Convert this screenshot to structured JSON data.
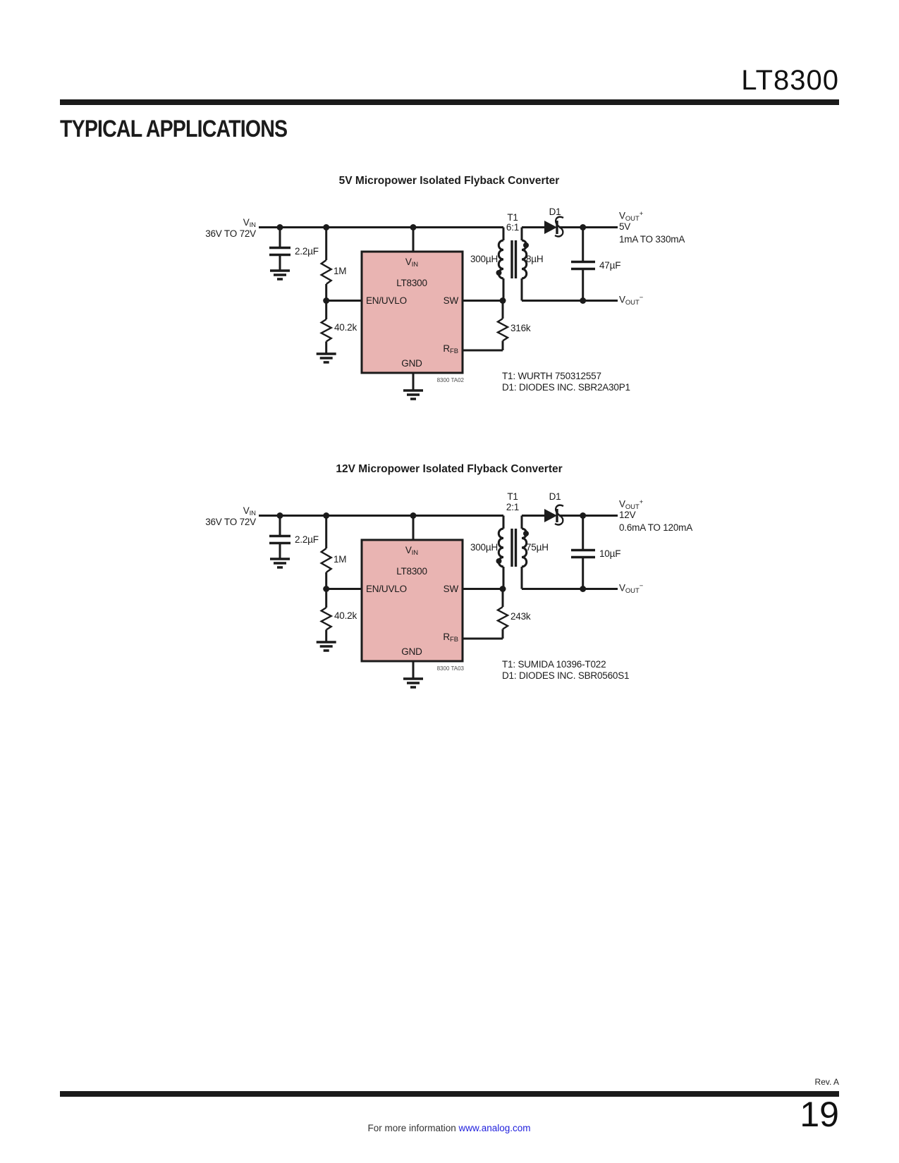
{
  "page": {
    "header": {
      "part_number": "LT8300",
      "section_title": "TYPICAL APPLICATIONS"
    },
    "footer": {
      "rev": "Rev. A",
      "page_number": "19",
      "info_prefix": "For more information ",
      "info_link": "www.analog.com"
    },
    "colors": {
      "ink": "#1b1b1b",
      "ic_fill": "#e9b4b2",
      "link": "#2121dd"
    }
  },
  "circuits": [
    {
      "title": "5V Micropower Isolated Flyback Converter",
      "figure_id": "8300 TA02",
      "input": {
        "rail_base": "V",
        "rail_sub": "IN",
        "range": "36V TO 72V",
        "cap": "2.2µF",
        "r_upper": "1M",
        "r_lower": "40.2k"
      },
      "ic": {
        "part": "LT8300",
        "pin_vin_base": "V",
        "pin_vin_sub": "IN",
        "pin_en": "EN/UVLO",
        "pin_sw": "SW",
        "pin_rfb_base": "R",
        "pin_rfb_sub": "FB",
        "pin_gnd": "GND"
      },
      "transformer": {
        "ref": "T1",
        "ratio": "6:1",
        "primary": "300µH",
        "secondary": "8µH"
      },
      "diode_ref": "D1",
      "feedback_r": "316k",
      "output": {
        "cap": "47µF",
        "base": "V",
        "sub": "OUT",
        "plus": "+",
        "minus": "−",
        "voltage": "5V",
        "current": "1mA TO 330mA"
      },
      "notes": [
        "T1: WURTH 750312557",
        "D1: DIODES INC. SBR2A30P1"
      ]
    },
    {
      "title": "12V Micropower Isolated Flyback Converter",
      "figure_id": "8300 TA03",
      "input": {
        "rail_base": "V",
        "rail_sub": "IN",
        "range": "36V TO 72V",
        "cap": "2.2µF",
        "r_upper": "1M",
        "r_lower": "40.2k"
      },
      "ic": {
        "part": "LT8300",
        "pin_vin_base": "V",
        "pin_vin_sub": "IN",
        "pin_en": "EN/UVLO",
        "pin_sw": "SW",
        "pin_rfb_base": "R",
        "pin_rfb_sub": "FB",
        "pin_gnd": "GND"
      },
      "transformer": {
        "ref": "T1",
        "ratio": "2:1",
        "primary": "300µH",
        "secondary": "75µH"
      },
      "diode_ref": "D1",
      "feedback_r": "243k",
      "output": {
        "cap": "10µF",
        "base": "V",
        "sub": "OUT",
        "plus": "+",
        "minus": "−",
        "voltage": "12V",
        "current": "0.6mA TO 120mA"
      },
      "notes": [
        "T1: SUMIDA 10396-T022",
        "D1: DIODES INC. SBR0560S1"
      ]
    }
  ]
}
